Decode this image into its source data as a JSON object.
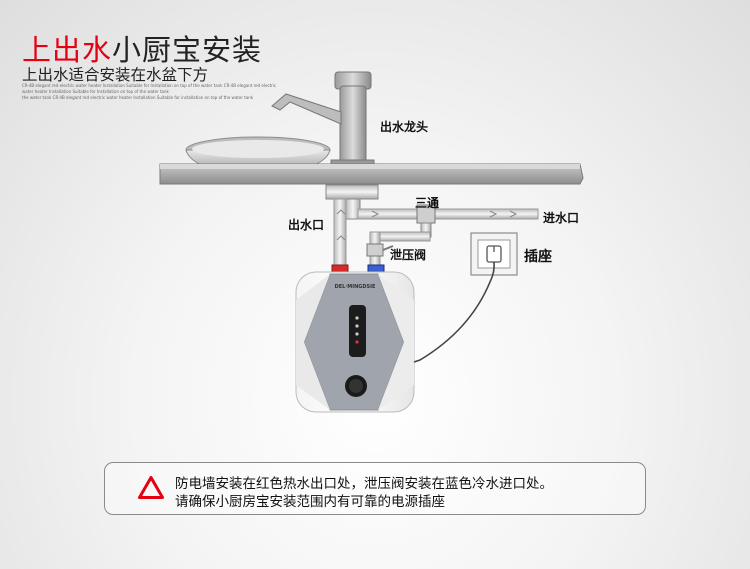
{
  "header": {
    "title_red": "上出水",
    "title_dark": "小厨宝安装",
    "subtitle": "上出水适合安装在水盆下方",
    "fine_print": [
      "CR-4B elegant red electric water heater Installation Suitable for Installation on top of the water tank CR-4B elegant red electric",
      "water heater Installation Suitable for Installation on top of the water tank",
      "the water tank CR-4B elegant red electric water heater Installation Suitable for installation on top of the water tank"
    ]
  },
  "labels": {
    "faucet": "出水龙头",
    "tee": "三通",
    "inlet": "进水口",
    "outlet": "出水口",
    "relief_valve": "泄压阀",
    "socket": "插座"
  },
  "heater": {
    "brand": "DEL·MINGDSIE"
  },
  "notice": {
    "line1": "防电墙安装在红色热水出口处，泄压阀安装在蓝色冷水进口处。",
    "line2": "请确保小厨房宝安装范围内有可靠的电源插座"
  },
  "colors": {
    "accent": "#e60012",
    "hot": "#d42a2a",
    "cold": "#3a5fd0"
  }
}
